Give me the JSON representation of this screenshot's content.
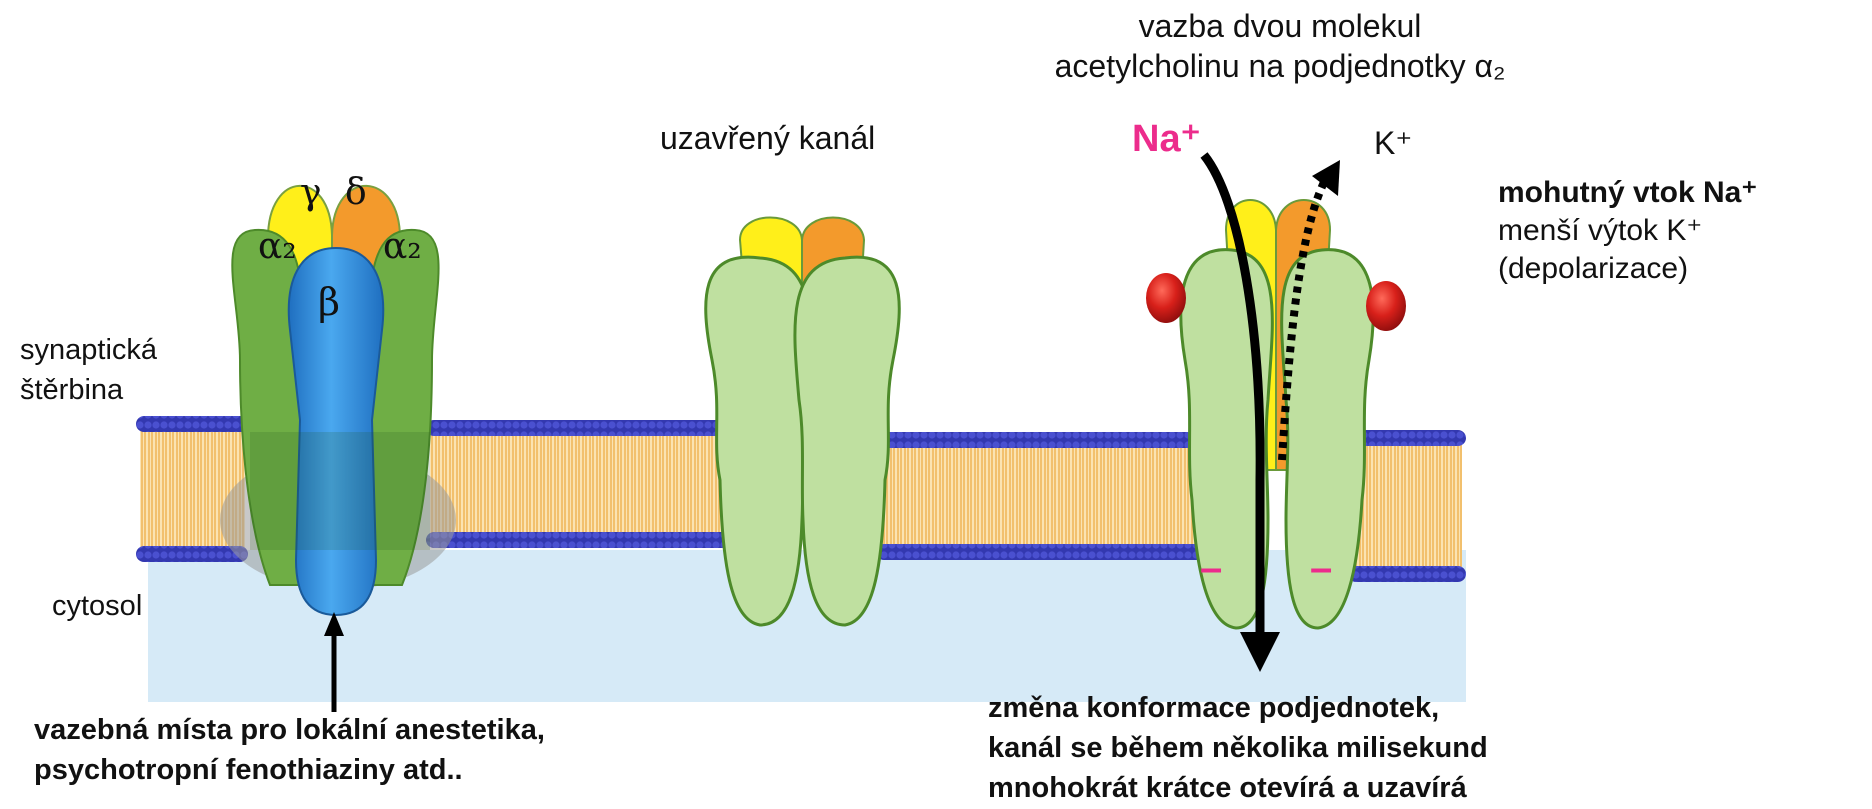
{
  "labels": {
    "binding_line1": "vazba dvou molekul",
    "binding_line2": "acetylcholinu na podjednotky α₂",
    "closed_channel": "uzavřený kanál",
    "na_ion": "Na⁺",
    "k_ion": "K⁺",
    "influx_bold": "mohutný vtok Na⁺",
    "efflux": "menší výtok K⁺",
    "depolarization": "(depolarizace)",
    "synaptic_cleft_line1": "synaptická",
    "synaptic_cleft_line2": "štěrbina",
    "cytosol": "cytosol",
    "anesthetics_line1": "vazebná místa pro lokální anestetika,",
    "anesthetics_line2": "psychotropní fenothiaziny atd..",
    "conformation_line1": "změna konformace podjednotek,",
    "conformation_line2": "kanál se během několika milisekund",
    "conformation_line3": "mnohokrát krátce otevírá a uzavírá",
    "charge_left": "–",
    "charge_right": "–"
  },
  "subunits": {
    "gamma": "γ",
    "delta": "δ",
    "alpha_left": "α₂",
    "alpha_right": "α₂",
    "beta": "β"
  },
  "colors": {
    "alpha_green": "#6fae45",
    "beta_blue": "#2e8fdc",
    "gamma_yellow": "#ffef1a",
    "delta_orange": "#f39a2c",
    "membrane_head": "#2a2fa8",
    "membrane_tail": "#f3c06a",
    "cytosol_bg": "#d6eaf7",
    "acetylcholine_red": "#d41d1d",
    "sodium_magenta": "#ec2c8c",
    "pale_green": "#bfe0a0"
  }
}
